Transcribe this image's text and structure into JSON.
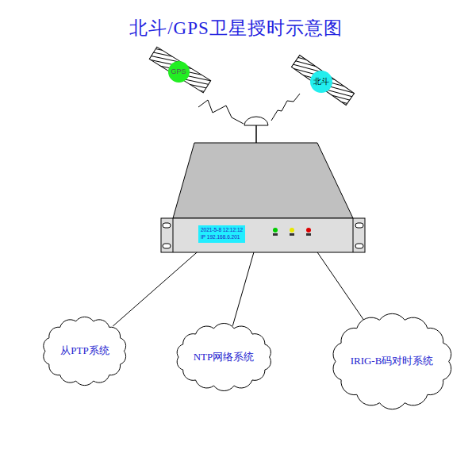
{
  "diagram": {
    "title": "北斗/GPS卫星授时示意图",
    "nodes": [
      {
        "text": [
          "GPS"
        ]
      },
      {
        "text": [
          "北斗"
        ]
      },
      {
        "text": [
          "2021-5-8 12:12:12",
          "IP 192.168.6.201"
        ]
      },
      {
        "text": [
          "从PTP系统"
        ]
      },
      {
        "text": [
          "NTP网络系统"
        ]
      },
      {
        "text": [
          "IRIG-B码对时系统"
        ]
      }
    ],
    "edges": [
      {
        "from": 2,
        "to": 3,
        "arrow": "none"
      },
      {
        "from": 2,
        "to": 4,
        "arrow": "none"
      },
      {
        "from": 2,
        "to": 5,
        "arrow": "none"
      }
    ]
  }
}
